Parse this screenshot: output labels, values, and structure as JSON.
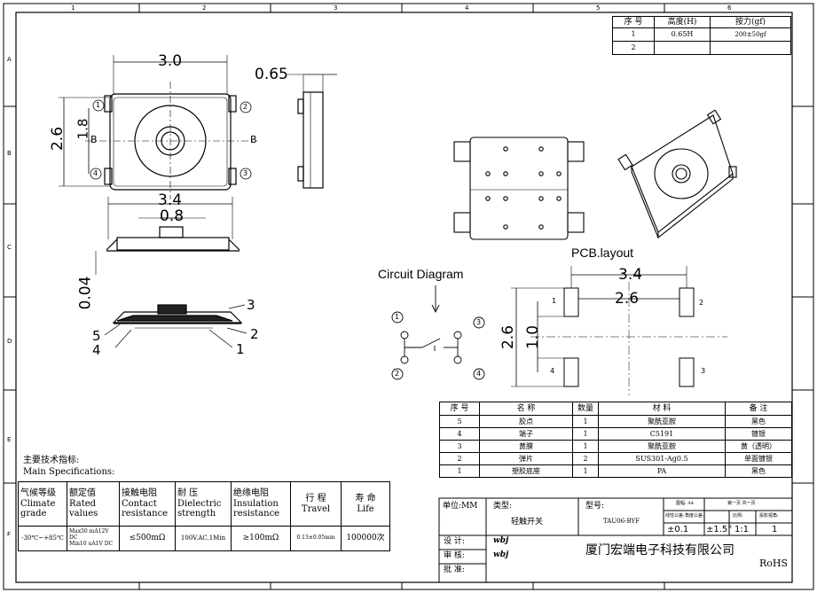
{
  "frame": {
    "columns": [
      "1",
      "2",
      "3",
      "4",
      "5",
      "6"
    ],
    "rows": [
      "A",
      "B",
      "C",
      "D",
      "E",
      "F"
    ]
  },
  "drawing": {
    "dim_width": "3.0",
    "dim_height_outer": "2.6",
    "dim_height_inner": "1.8",
    "dim_side_thickness": "0.65",
    "dim_section_width": "3.4",
    "dim_actuator": "0.8",
    "dim_terminal": "0.04",
    "section_label": "B",
    "pin_labels": [
      "1",
      "2",
      "3",
      "4"
    ],
    "part_callouts": [
      "3",
      "5",
      "4",
      "2",
      "1"
    ],
    "circuit_title": "Circuit Diagram",
    "pcb_title": "PCB.layout",
    "pcb_dim_outer": "3.4",
    "pcb_dim_inner": "2.6",
    "pcb_dim_height": "2.6",
    "pcb_dim_pad": "1.0",
    "pcb_pads": [
      "1",
      "2",
      "4",
      "3"
    ]
  },
  "force_table": {
    "headers": [
      "序 号",
      "高度(H)",
      "按力(gf)"
    ],
    "rows": [
      [
        "1",
        "0.65H",
        "200±50gf"
      ],
      [
        "2",
        "",
        ""
      ]
    ]
  },
  "bom": {
    "headers": [
      "序 号",
      "名 称",
      "数量",
      "材 料",
      "备 注"
    ],
    "rows": [
      [
        "5",
        "胶点",
        "1",
        "聚酰亚胺",
        "黑色"
      ],
      [
        "4",
        "端子",
        "1",
        "C5191",
        "镀银"
      ],
      [
        "3",
        "黄膜",
        "1",
        "聚酰亚胺",
        "黄（透明）"
      ],
      [
        "2",
        "弹片",
        "2",
        "SUS301-Ag0.5",
        "单面镀银"
      ],
      [
        "1",
        "塑胶底座",
        "1",
        "PA",
        "黑色"
      ]
    ]
  },
  "specs": {
    "title_cn": "主要技术指标:",
    "title_en": "Main Specifications:",
    "headers": [
      [
        "气候等级",
        "Climate",
        "grade"
      ],
      [
        "额定值",
        "Rated",
        "values"
      ],
      [
        "接触电阻",
        "Contact",
        "resistance"
      ],
      [
        "耐  压",
        "Dielectric",
        "strength"
      ],
      [
        "绝缘电阻",
        "Insulation",
        "resistance"
      ],
      [
        "行 程",
        "Travel",
        ""
      ],
      [
        "寿 命",
        "Life",
        ""
      ]
    ],
    "values": [
      [
        "-30℃~+85℃"
      ],
      [
        "Max50 mA12V DC",
        "Min10 uA1V DC"
      ],
      [
        "≤500mΩ"
      ],
      [
        "100V.AC.1Min"
      ],
      [
        "≥100mΩ"
      ],
      [
        "0.13±0.05mm"
      ],
      [
        "100000次"
      ]
    ]
  },
  "title_block": {
    "unit": "单位:MM",
    "type_label": "类型:",
    "type_value": "轻触开关",
    "model_label": "型号:",
    "model_value": "TAU06-BYF",
    "sheet_size": "图幅: A4",
    "page": "第一页 共一页",
    "tol_linear_label": "线性公差:",
    "tol_angle_label": "角度公差:",
    "scale_label": "比例:",
    "proj_label": "投影视角:",
    "tol_linear": "±0.1",
    "tol_angle": "±1.5°",
    "scale": "1:1",
    "projection": "1",
    "design_label": "设  计:",
    "review_label": "审  核:",
    "approve_label": "批  准:",
    "designer": "wbj",
    "reviewer": "wbj",
    "company": "厦门宏端电子科技有限公司",
    "rohs": "RoHS"
  }
}
